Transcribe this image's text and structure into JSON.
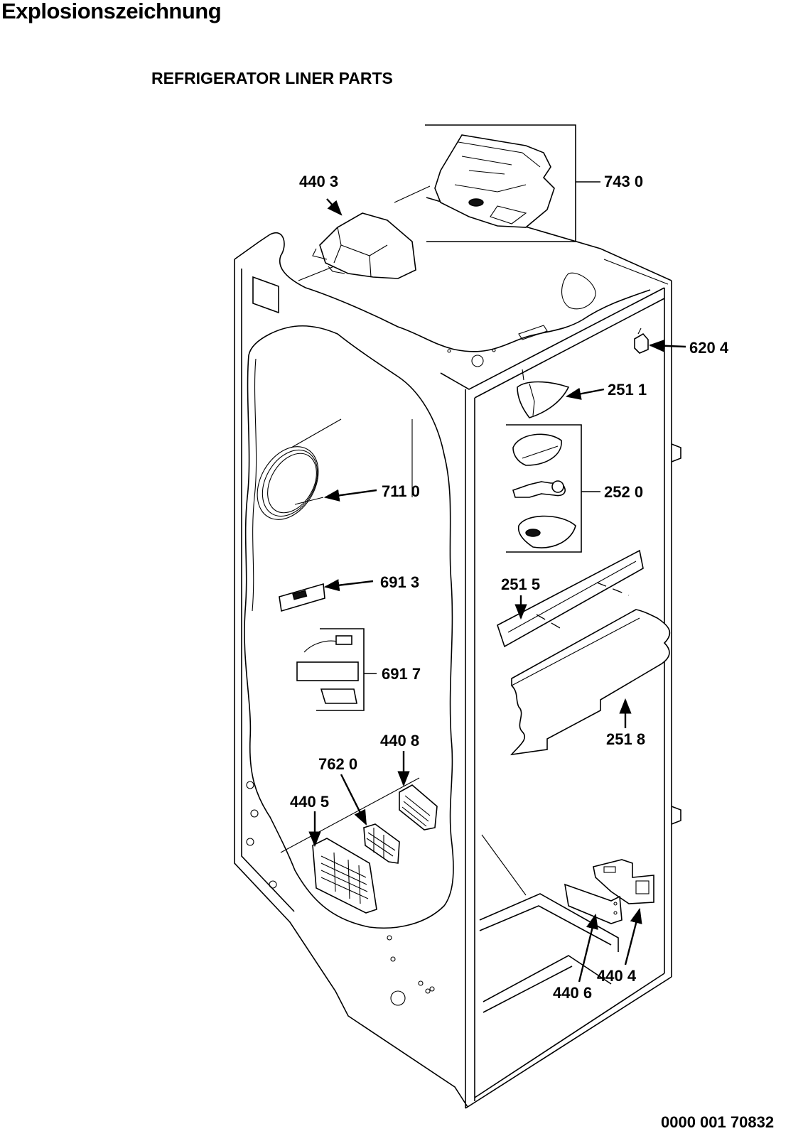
{
  "page": {
    "title": "Explosionszeichnung",
    "subtitle": "REFRIGERATOR LINER PARTS",
    "document_number": "0000 001 70832"
  },
  "callouts": [
    {
      "id": "c7430",
      "label": "743 0"
    },
    {
      "id": "c4403",
      "label": "440 3"
    },
    {
      "id": "c6204",
      "label": "620 4"
    },
    {
      "id": "c2511",
      "label": "251 1"
    },
    {
      "id": "c2520",
      "label": "252 0"
    },
    {
      "id": "c7110",
      "label": "711 0"
    },
    {
      "id": "c6913",
      "label": "691 3"
    },
    {
      "id": "c2515",
      "label": "251 5"
    },
    {
      "id": "c6917",
      "label": "691 7"
    },
    {
      "id": "c2518",
      "label": "251 8"
    },
    {
      "id": "c4408",
      "label": "440 8"
    },
    {
      "id": "c7620",
      "label": "762 0"
    },
    {
      "id": "c4405",
      "label": "440 5"
    },
    {
      "id": "c4404",
      "label": "440 4"
    },
    {
      "id": "c4406",
      "label": "440 6"
    }
  ]
}
